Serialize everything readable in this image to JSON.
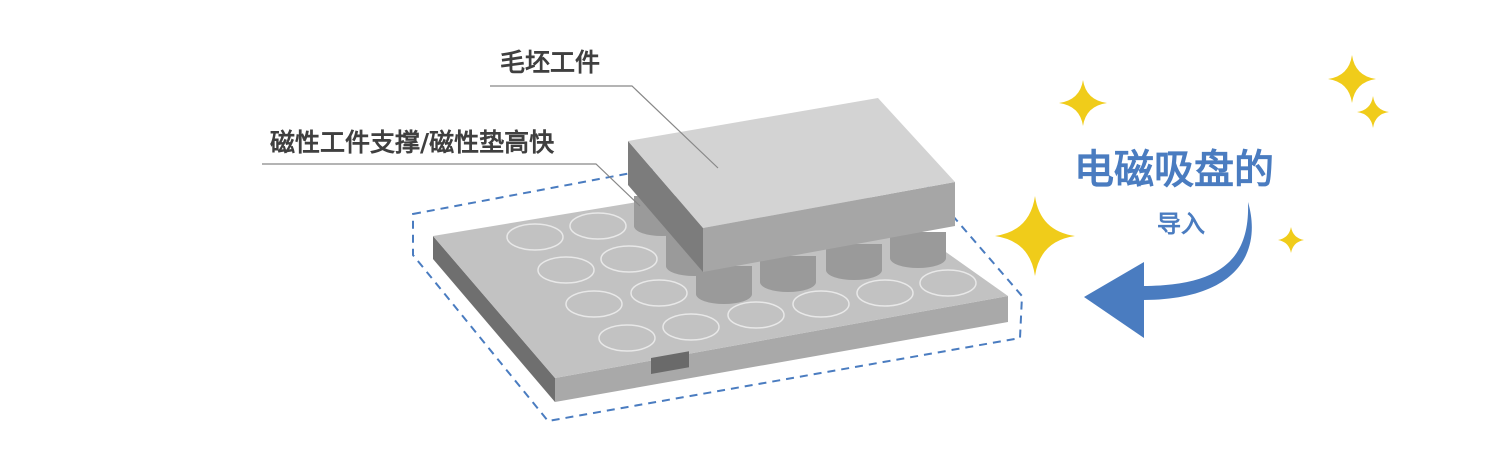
{
  "labels": {
    "workpiece": "毛坯工件",
    "support": "磁性工件支撑/磁性垫高快"
  },
  "title": {
    "main": "电磁吸盘的",
    "sub": "导入"
  },
  "colors": {
    "accent": "#4a7cc0",
    "star": "#f0cc1a",
    "plate": "#bdbdbd",
    "text": "#3f3f3f"
  }
}
